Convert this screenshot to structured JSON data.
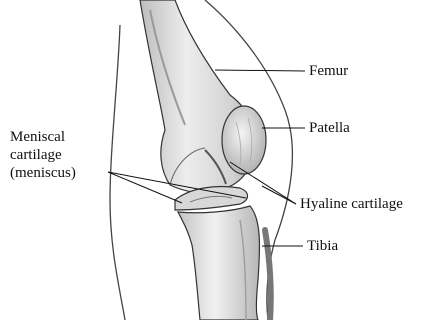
{
  "labels": {
    "femur": "Femur",
    "patella": "Patella",
    "hyaline": "Hyaline cartilage",
    "tibia": "Tibia",
    "meniscal_line1": "Meniscal",
    "meniscal_line2": "cartilage",
    "meniscal_line3": "(meniscus)"
  },
  "colors": {
    "line": "#111111",
    "bone_fill": "#e6e6e6",
    "shade": "#9a9a9a"
  }
}
